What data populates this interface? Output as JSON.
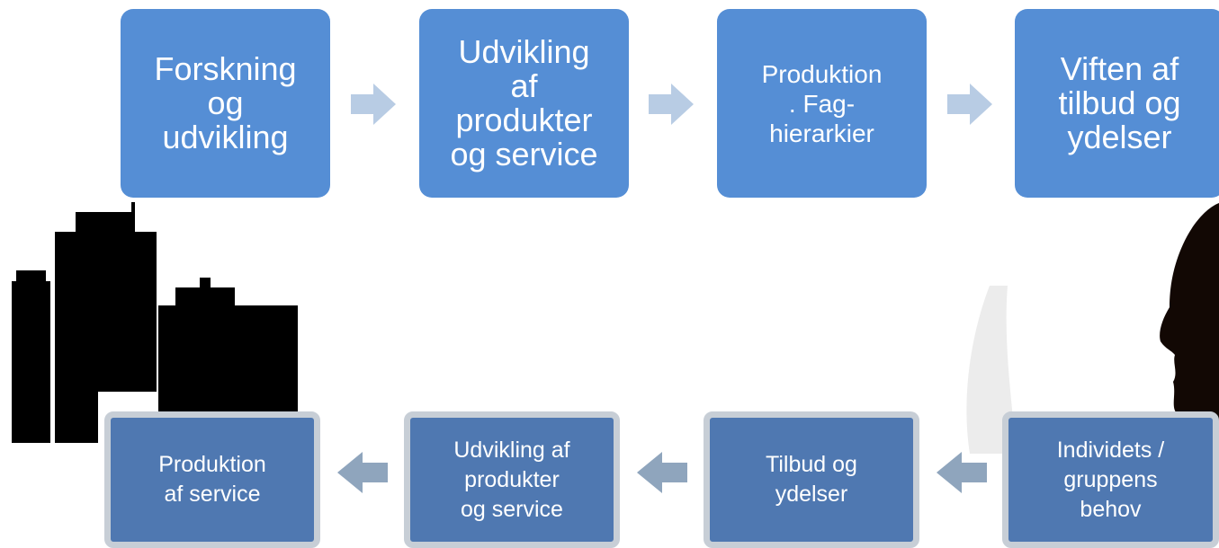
{
  "top_row": [
    {
      "label": "Forskning\nog\nudvikling"
    },
    {
      "label": "Udvikling\naf\nprodukter\nog service"
    },
    {
      "label": "Produktion\n. Fag-\nhierarkier"
    },
    {
      "label": "Viften af\ntilbud og\nydelser"
    }
  ],
  "bottom_row": [
    {
      "label": "Produktion\naf service"
    },
    {
      "label": "Udvikling af\nprodukter\nog service"
    },
    {
      "label": "Tilbud og\nydelser"
    },
    {
      "label": "Individets /\ngruppens\nbehov"
    }
  ],
  "colors": {
    "top_box": "#558ed5",
    "bottom_box": "#4f78b1",
    "bottom_border": "#c7ced6",
    "top_arrow": "#b8cce4",
    "bottom_arrow": "#8fa5bd",
    "silhouette": "#000000"
  },
  "icons": [
    "city-skyline-icon",
    "human-head-profile-icon"
  ]
}
